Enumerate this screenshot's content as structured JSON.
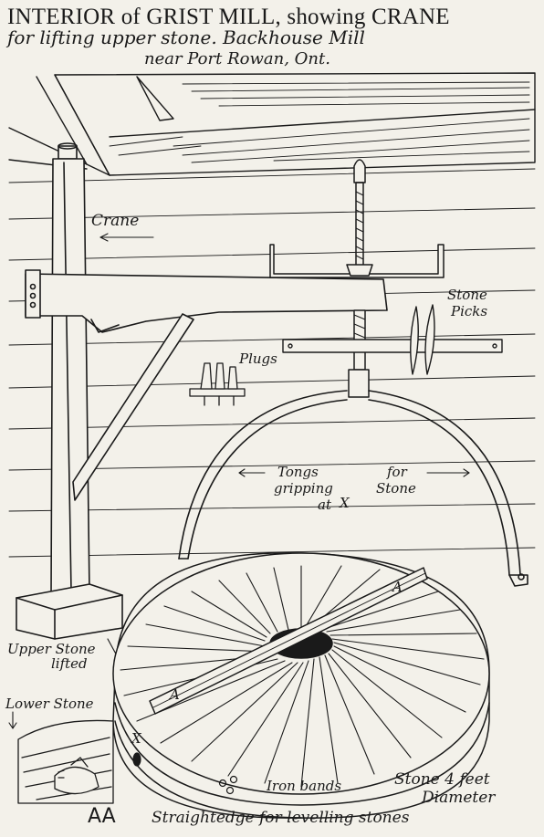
{
  "title": {
    "line1": "INTERIOR of GRIST MILL, showing CRANE",
    "line2": "for lifting upper stone.   Backhouse Mill",
    "line3": "near Port Rowan, Ont."
  },
  "labels": {
    "crane": "Crane",
    "stone_picks_1": "Stone",
    "stone_picks_2": "Picks",
    "plugs": "Plugs",
    "tongs_1": "Tongs",
    "tongs_2": "gripping",
    "tongs_3": "at",
    "tongs_x": "X",
    "for_stone_1": "for",
    "for_stone_2": "Stone",
    "upper_stone_1": "Upper Stone",
    "upper_stone_2": "lifted",
    "lower_stone": "Lower Stone",
    "marker_a1": "A",
    "marker_a2": "A",
    "marker_x": "X",
    "iron_bands": "Iron bands",
    "stone_size_1": "Stone 4 feet",
    "stone_size_2": "Diameter",
    "caption_aa": "AA",
    "caption": "Straightedge for levelling stones"
  },
  "colors": {
    "ink": "#1a1a1a",
    "paper": "#f3f1ea"
  }
}
